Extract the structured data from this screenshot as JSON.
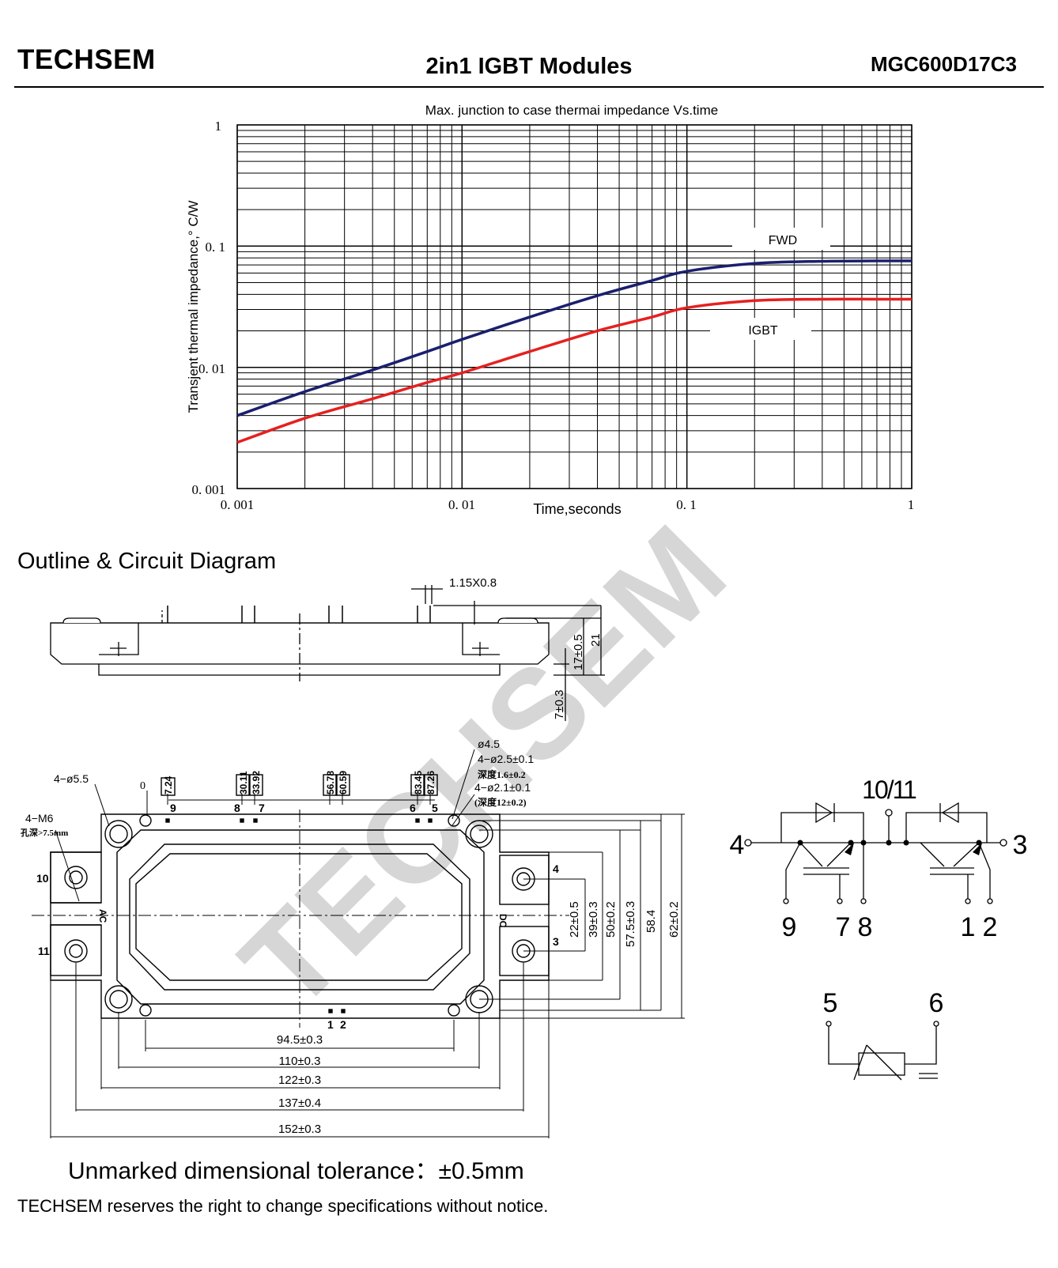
{
  "header": {
    "brand": "TECHSEM",
    "title": "2in1  IGBT  Modules",
    "part_number": "MGC600D17C3"
  },
  "chart_data": {
    "type": "line",
    "title": "Max. junction to case thermai impedance Vs.time",
    "xlabel": "Time,seconds",
    "ylabel": "Transjent thermal impedance,° C/W",
    "x_scale": "log",
    "y_scale": "log",
    "xlim": [
      0.001,
      1
    ],
    "ylim": [
      0.001,
      1
    ],
    "x_ticks": [
      "0. 001",
      "0. 01",
      "0. 1",
      "1"
    ],
    "y_ticks": [
      "1",
      "0. 1",
      "0. 01",
      "0. 001"
    ],
    "grid": true,
    "series": [
      {
        "name": "FWD",
        "color": "#1a1f6e",
        "x": [
          0.001,
          0.002,
          0.004,
          0.007,
          0.01,
          0.02,
          0.04,
          0.07,
          0.1,
          0.2,
          0.4,
          0.7,
          1
        ],
        "y": [
          0.004,
          0.0063,
          0.0095,
          0.0135,
          0.017,
          0.026,
          0.039,
          0.052,
          0.062,
          0.072,
          0.075,
          0.0755,
          0.0755
        ]
      },
      {
        "name": "IGBT",
        "color": "#e62020",
        "x": [
          0.001,
          0.002,
          0.004,
          0.007,
          0.01,
          0.02,
          0.04,
          0.07,
          0.1,
          0.2,
          0.4,
          0.7,
          1
        ],
        "y": [
          0.0024,
          0.0038,
          0.0055,
          0.0075,
          0.009,
          0.0135,
          0.02,
          0.026,
          0.031,
          0.0355,
          0.0365,
          0.0365,
          0.0365
        ]
      }
    ]
  },
  "outline": {
    "heading": "Outline & Circuit Diagram",
    "watermark": "TECHSEM",
    "side_view": {
      "pin_size": "1.15X0.8",
      "dims": [
        "17±0.5",
        "21",
        "7±0.3"
      ]
    },
    "top_view": {
      "pin_positions": [
        "7.24",
        "30.11",
        "33.92",
        "56.78",
        "60.59",
        "83.45",
        "87.26"
      ],
      "zero_mark": "0",
      "pin_numbers_top": [
        "9",
        "8",
        "7",
        "6",
        "5"
      ],
      "pin_numbers_bottom": [
        "1",
        "2"
      ],
      "pin_numbers_side": [
        "10",
        "11",
        "4",
        "3"
      ],
      "side_labels": [
        "AC",
        "DC"
      ],
      "notes": [
        "ø4.5",
        "4−ø2.5±0.1",
        "深度1.6±0.2",
        "4−ø2.1±0.1",
        "(深度12±0.2)",
        "4−ø5.5",
        "4−M6",
        "孔深>7.5mm"
      ],
      "horizontal_dims": [
        "94.5±0.3",
        "110±0.3",
        "122±0.3",
        "137±0.4",
        "152±0.3"
      ],
      "vertical_dims": [
        "22±0.5",
        "39±0.3",
        "50±0.2",
        "57.5±0.3",
        "58.4",
        "62±0.2"
      ]
    },
    "circuit": {
      "terminals": [
        "10/11",
        "4",
        "3",
        "9",
        "7",
        "8",
        "1",
        "2",
        "5",
        "6"
      ]
    }
  },
  "footer": {
    "tolerance": "Unmarked dimensional tolerance：±0.5mm",
    "notice": "TECHSEM reserves the right to change specifications without notice."
  }
}
